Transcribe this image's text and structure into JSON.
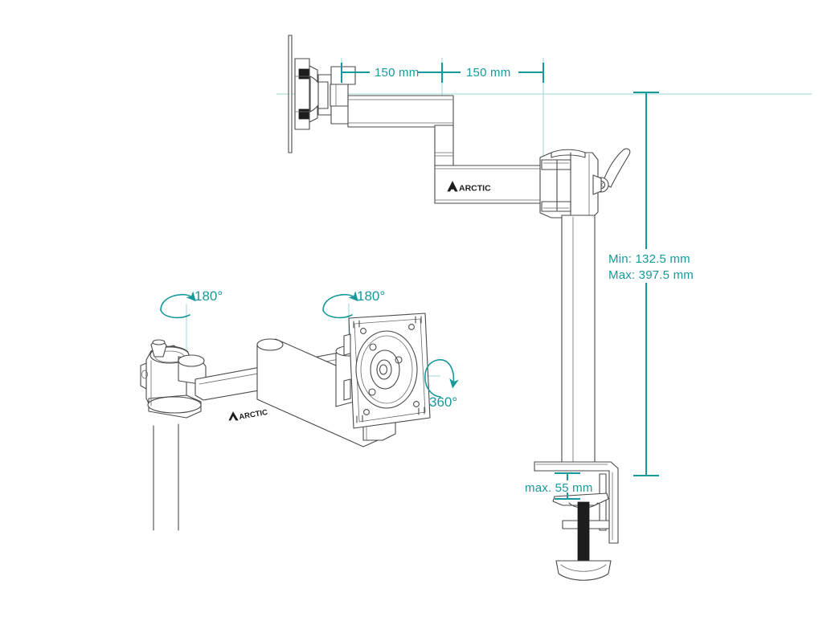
{
  "document": {
    "title": "ARCTIC monitor arm technical dimension drawing",
    "background_color": "#ffffff",
    "line_color": "#4a4a4a",
    "accent_color": "#17999b",
    "construction_line_color": "#9fd4d6"
  },
  "brand": {
    "name": "ARCTIC",
    "logo_icon": "arctic-mountain-icon"
  },
  "views": {
    "top_view": {
      "name": "side-elevation-view",
      "description": "Side elevation of arm mounted on pole with VESA plate"
    },
    "detail_view": {
      "name": "isometric-rotation-view",
      "description": "Isometric view of arm showing rotation axes"
    },
    "clamp_view": {
      "name": "desk-clamp-detail-view",
      "description": "Desk clamp detail showing maximum desk thickness"
    }
  },
  "dimensions": {
    "arm_segment_1": {
      "label": "150 mm",
      "value": 150,
      "unit": "mm"
    },
    "arm_segment_2": {
      "label": "150 mm",
      "value": 150,
      "unit": "mm"
    },
    "height_min": {
      "label": "Min: 132.5 mm",
      "value": 132.5,
      "unit": "mm"
    },
    "height_max": {
      "label": "Max: 397.5 mm",
      "value": 397.5,
      "unit": "mm"
    },
    "desk_thickness": {
      "label": "max. 55 mm",
      "value": 55,
      "unit": "mm"
    }
  },
  "rotations": {
    "pole_swivel": {
      "label": "180°",
      "value": 180,
      "axis": "vertical-pole-axis"
    },
    "elbow_swivel": {
      "label": "180°",
      "value": 180,
      "axis": "elbow-joint-axis"
    },
    "vesa_rotation": {
      "label": "360°",
      "value": 360,
      "axis": "vesa-plate-axis"
    }
  }
}
